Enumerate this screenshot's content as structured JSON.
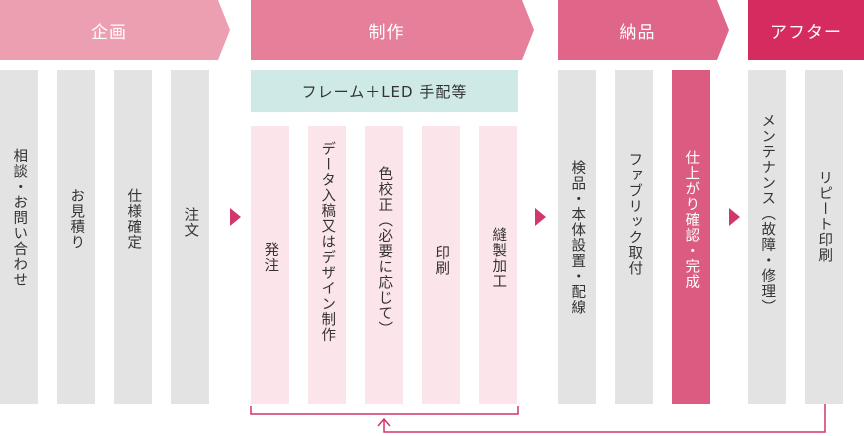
{
  "stages": {
    "planning": "企画",
    "production": "制作",
    "delivery": "納品",
    "after": "アフター"
  },
  "banner": "フレーム＋LED 手配等",
  "planning_steps": [
    "相談・お問い合わせ",
    "お見積り",
    "仕様確定",
    "注文"
  ],
  "production_steps": [
    "発注",
    "データ入稿又はデザイン制作",
    "色校正（必要に応じて）",
    "印刷",
    "縫製加工"
  ],
  "delivery_steps": [
    "検品・本体設置・配線",
    "ファブリック取付",
    "仕上がり確認・完成"
  ],
  "after_steps": [
    "メンテナンス（故障・修理）",
    "リピート印刷"
  ],
  "colors": {
    "planning": "#ec9fb1",
    "production": "#e67f99",
    "delivery": "#df6688",
    "after": "#d62b5f",
    "arrow": "#d2376a",
    "grey_card": "#e3e3e3",
    "pink_card": "#fbe5ea",
    "highlight_card": "#dc5b80",
    "banner": "#cfe9e6"
  }
}
